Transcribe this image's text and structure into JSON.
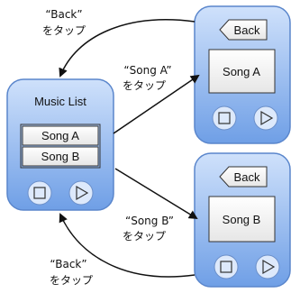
{
  "colors": {
    "device_light": "#cfe1fb",
    "device_dark": "#6f9fe6",
    "device_border": "#5a86cc",
    "panel_fill": "#f2f2f2",
    "arrow": "#111111"
  },
  "devices": {
    "main": {
      "title": "Music List",
      "songs": [
        "Song A",
        "Song B"
      ],
      "controls": [
        "stop-icon",
        "play-icon"
      ]
    },
    "detail_a": {
      "back_label": "Back",
      "song": "Song A",
      "controls": [
        "stop-icon",
        "play-icon"
      ]
    },
    "detail_b": {
      "back_label": "Back",
      "song": "Song B",
      "controls": [
        "stop-icon",
        "play-icon"
      ]
    }
  },
  "annotations": {
    "back_top_1": "“Back”",
    "back_top_2": "をタップ",
    "song_a_1": "“Song A”",
    "song_a_2": "をタップ",
    "song_b_1": "“Song B”",
    "song_b_2": "をタップ",
    "back_bottom_1": "“Back”",
    "back_bottom_2": "をタップ"
  }
}
